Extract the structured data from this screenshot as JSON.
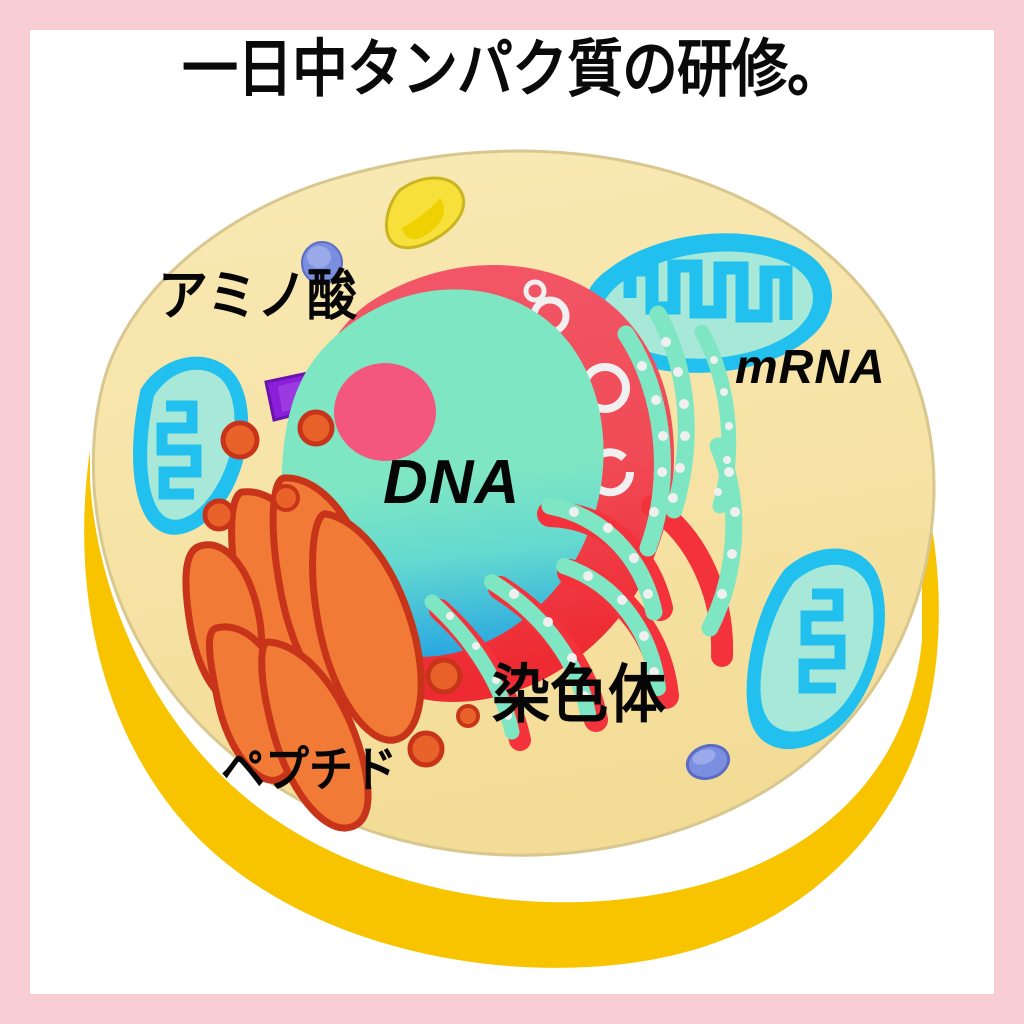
{
  "page": {
    "title_text": "一日中タンパク質の研修。",
    "frame_color": "#f9cdd4",
    "canvas_color": "#ffffff",
    "text_color": "#060606"
  },
  "diagram": {
    "name": "animal-cell-cross-section",
    "colors": {
      "cytoplasm_top": "#f6e3a6",
      "cytoplasm_base": "#f8c400",
      "cell_outline": "#d8c78f",
      "nucleus_green": "#7fe6c3",
      "nucleus_blue": "#2aa8e0",
      "nucleolus_pink": "#f4577e",
      "nuclear_envelope": "#f2596a",
      "nuclear_envelope_dark": "#ee2a32",
      "er_green": "#7fe6c3",
      "er_red": "#f4323c",
      "ribosome_white": "#f2f2f2",
      "mitochondria_outer": "#22c0ee",
      "mitochondria_inner": "#a8e8d8",
      "golgi_orange": "#f07a36",
      "golgi_dark": "#c8341a",
      "vesicle_orange": "#e8622a",
      "centriole_purple": "#8b1ed8",
      "lysosome_blue": "#7b8fe0",
      "vacuole_yellow": "#f7e03a"
    }
  },
  "labels": {
    "amino_acid": "アミノ酸",
    "mrna": "mRNA",
    "dna": "DNA",
    "chromosome": "染色体",
    "peptide": "ペプチド"
  }
}
